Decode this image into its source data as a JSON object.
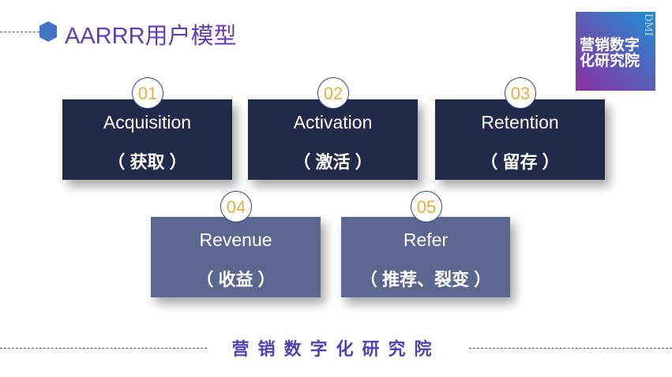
{
  "title": "AARRR用户模型",
  "logo": {
    "cn": "营销数字化研究院",
    "en": "DMI"
  },
  "steps": [
    {
      "num": "01",
      "en": "Acquisition",
      "cn": "（ 获取 ）"
    },
    {
      "num": "02",
      "en": "Activation",
      "cn": "（ 激活 ）"
    },
    {
      "num": "03",
      "en": "Retention",
      "cn": "（ 留存 ）"
    },
    {
      "num": "04",
      "en": "Revenue",
      "cn": "（ 收益 ）"
    },
    {
      "num": "05",
      "en": "Refer",
      "cn": "（ 推荐、裂变 ）"
    }
  ],
  "footer": "营销数字化研究院"
}
